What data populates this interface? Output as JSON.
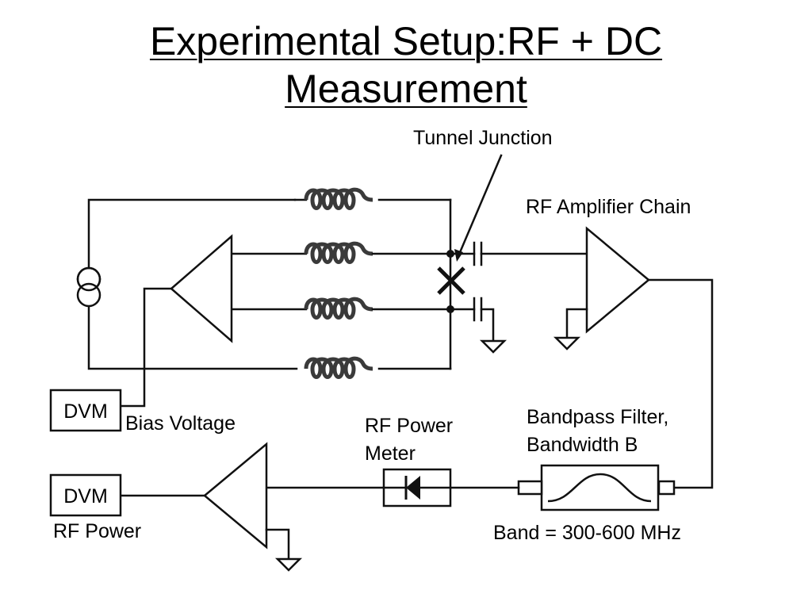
{
  "title": {
    "line1": "Experimental Setup:RF + DC",
    "line2": "Measurement"
  },
  "labels": {
    "tunnel_junction": "Tunnel Junction",
    "rf_amplifier_chain": "RF Amplifier Chain",
    "dvm_top": "DVM",
    "bias_voltage": "Bias Voltage",
    "rf_power_meter_1": "RF Power",
    "rf_power_meter_2": "Meter",
    "bandpass_1": "Bandpass Filter,",
    "bandpass_2": "Bandwidth B",
    "band": "Band = 300-600 MHz",
    "dvm_bottom": "DVM",
    "rf_power": "RF Power"
  },
  "components": {
    "inductors": 4,
    "current_source_icon": "current-source-icon",
    "junction_icon": "tunnel-junction-cross-icon",
    "diode_icon": "diode-icon",
    "ground_icon": "ground-icon"
  }
}
